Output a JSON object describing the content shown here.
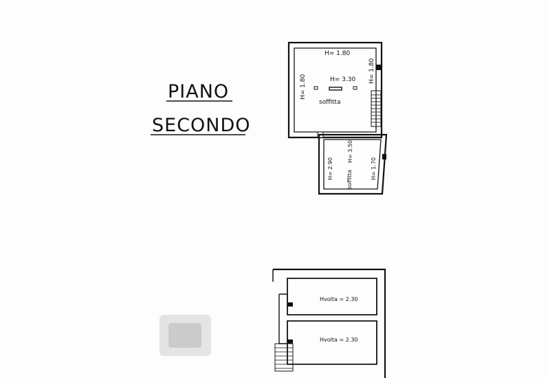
{
  "title": {
    "line1": "PIANO",
    "line2": "SECONDO"
  },
  "upper_plan": {
    "room_main": {
      "name": "soffitta",
      "height_center": "H= 3.30",
      "height_top": "H= 1.80",
      "height_left": "H= 1.80",
      "height_right": "H= 1.80"
    },
    "room_small": {
      "name": "soffitta",
      "height_left": "H= 2.90",
      "height_center": "H= 3.50",
      "height_right": "H= 1.70"
    }
  },
  "lower_plan": {
    "room_top": {
      "height": "Hvolta = 2.30"
    },
    "room_bottom": {
      "height": "Hvolta = 2.30"
    }
  }
}
